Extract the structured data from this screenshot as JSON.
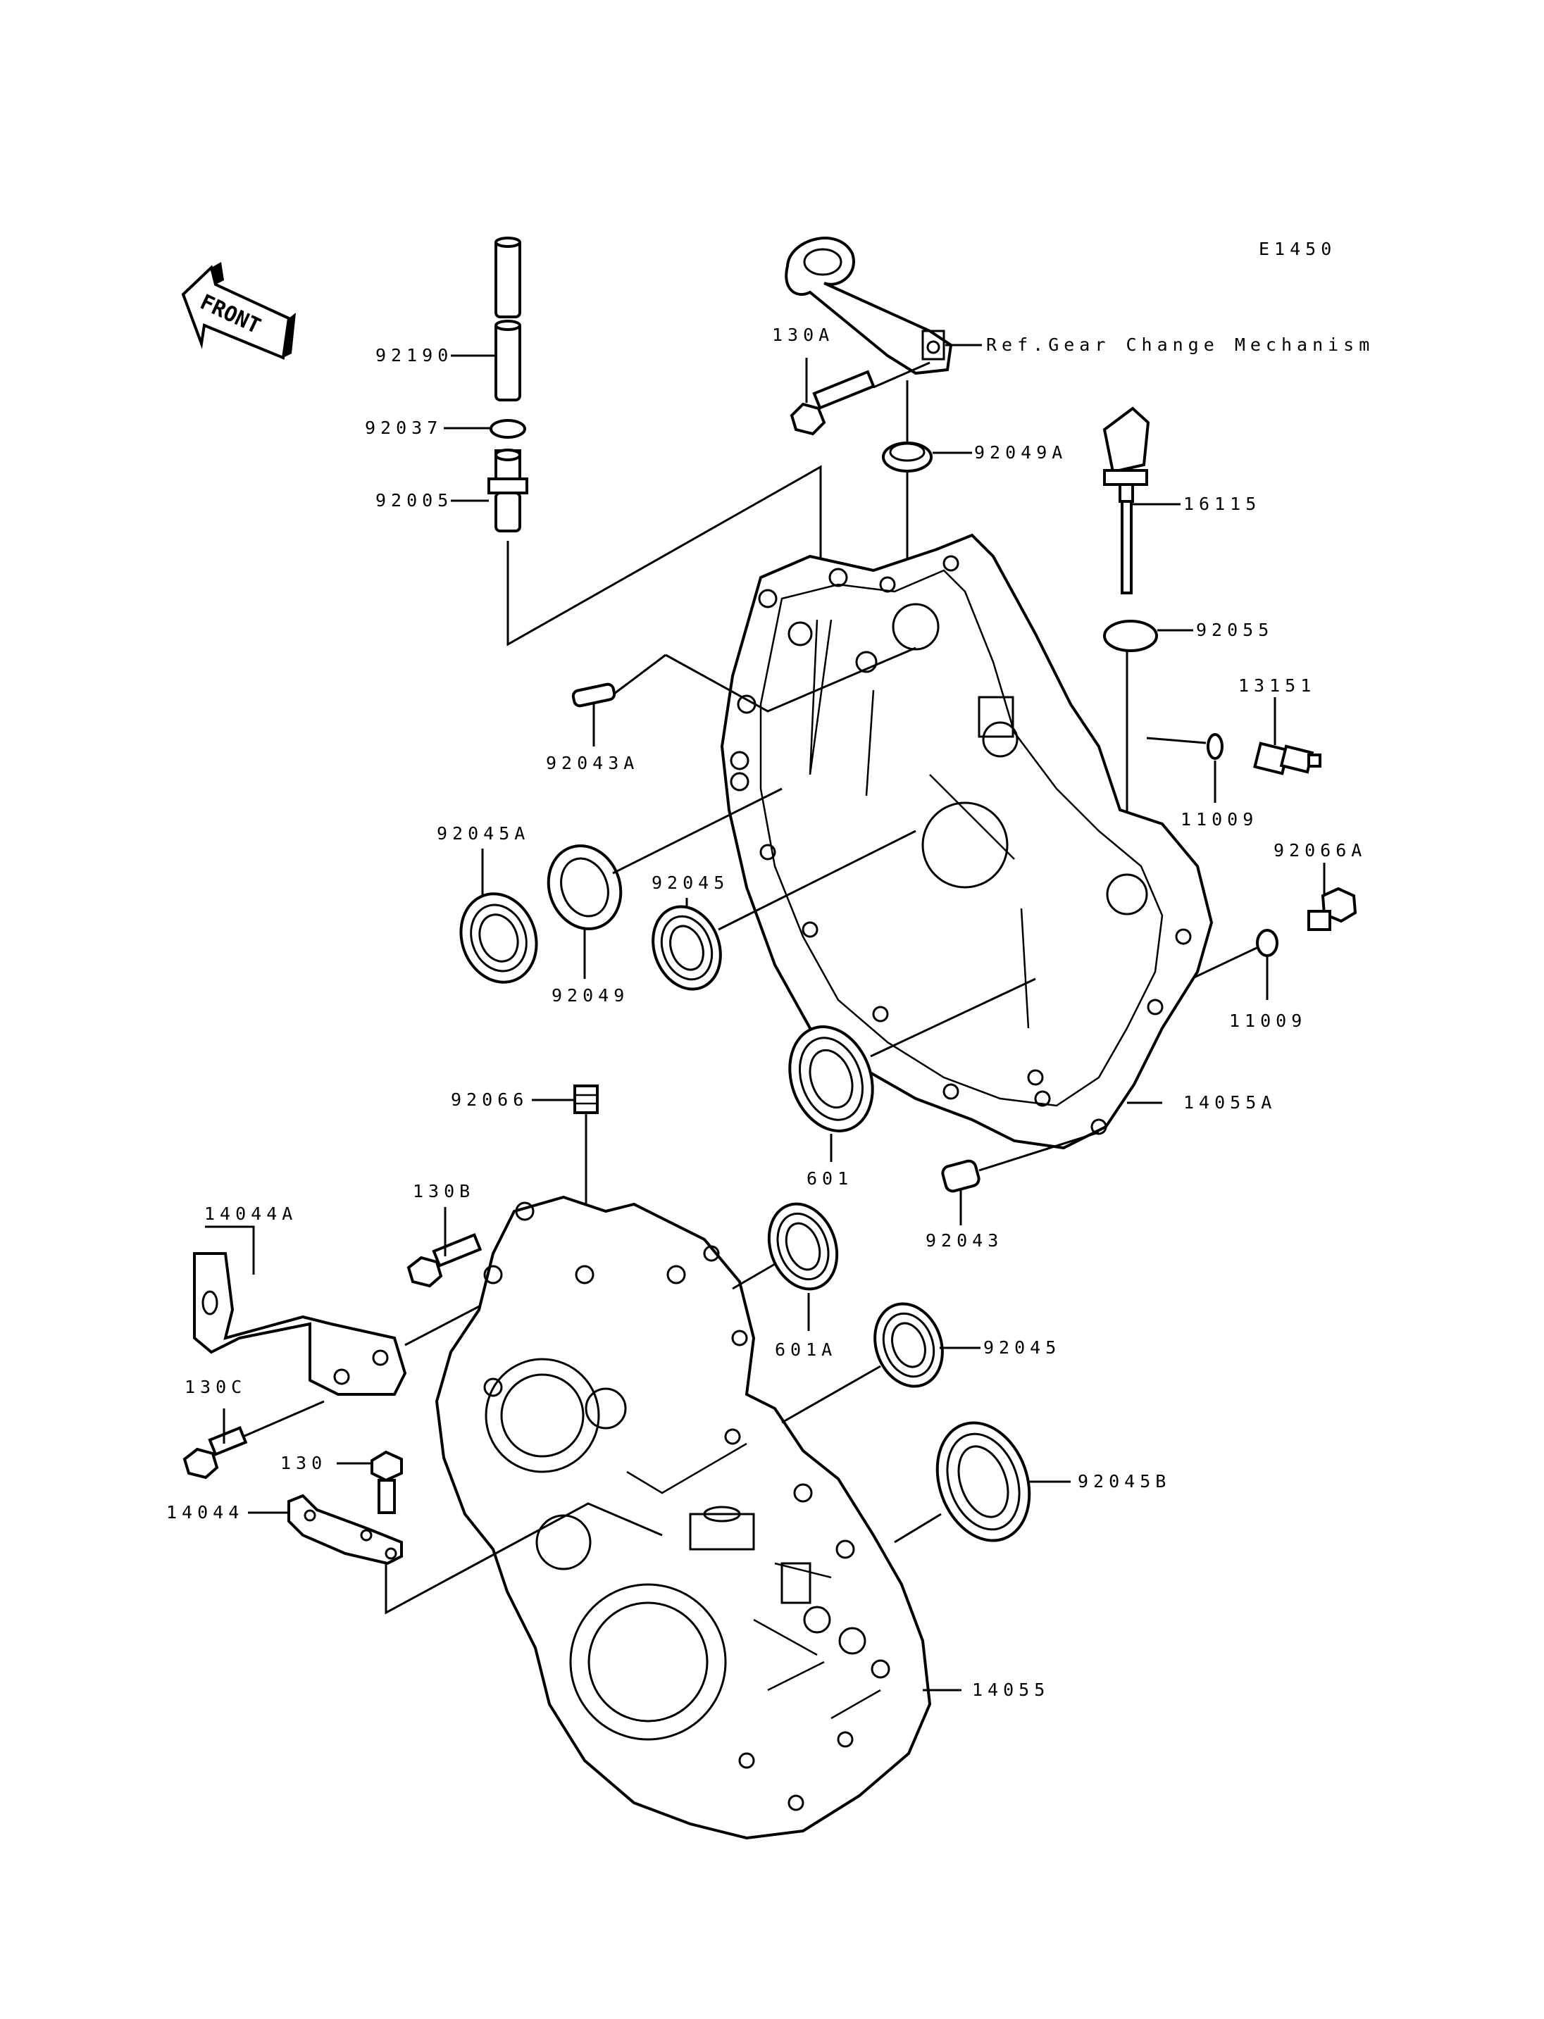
{
  "diagram_id": "E1450",
  "front_label": "FRONT",
  "reference_note": "Ref.Gear Change Mechanism",
  "callouts": {
    "p92190": "92190",
    "p92037": "92037",
    "p92005": "92005",
    "p130A": "130A",
    "p92049A": "92049A",
    "p16115": "16115",
    "p92055": "92055",
    "p13151": "13151",
    "p11009a": "11009",
    "p92066A": "92066A",
    "p11009b": "11009",
    "p92043A": "92043A",
    "p92045A": "92045A",
    "p92049": "92049",
    "p92045a": "92045",
    "p601": "601",
    "p14055A": "14055A",
    "p92066": "92066",
    "p92043": "92043",
    "p130B": "130B",
    "p14044A": "14044A",
    "p601A": "601A",
    "p92045b": "92045",
    "p130C": "130C",
    "p130": "130",
    "p14044": "14044",
    "p92045B": "92045B",
    "p14055": "14055"
  }
}
